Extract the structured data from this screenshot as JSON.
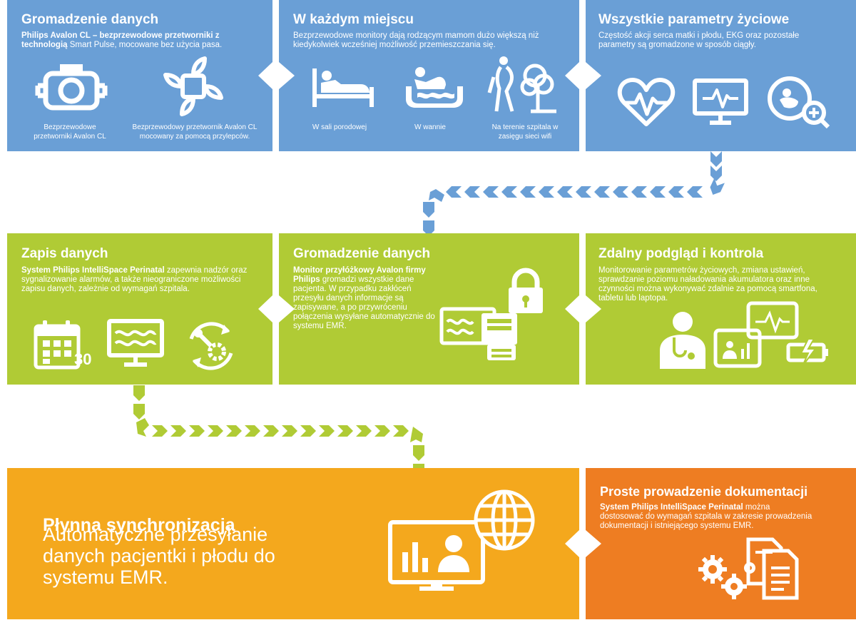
{
  "colors": {
    "blue": "#6a9fd6",
    "green": "#b0cb35",
    "yellow": "#f4a81d",
    "orange": "#ee7d22",
    "arrow_blue": "#6a9fd6",
    "arrow_green": "#b0cb35"
  },
  "row1": {
    "p1": {
      "title": "Gromadzenie danych",
      "text_bold": "Philips Avalon CL – bezprzewodowe przetworniki z technologią",
      "text_rest": " Smart Pulse, mocowane bez użycia pasa.",
      "cap1": "Bezprzewodowe przetworniki Avalon CL",
      "cap2": "Bezprzewodowy przetwornik Avalon CL mocowany za pomocą przylepców.",
      "icons": [
        "transducer-icon",
        "patch-transducer-icon"
      ]
    },
    "p2": {
      "title": "W każdym miejscu",
      "text": "Bezprzewodowe monitory dają rodzącym mamom dużo większą niż kiedykolwiek wcześniej możliwość przemieszczania się.",
      "cap1": "W sali porodowej",
      "cap2": "W wannie",
      "cap3": "Na terenie szpitala w zasięgu sieci wifi",
      "icons": [
        "bed-icon",
        "bathtub-icon",
        "walking-tree-icon"
      ]
    },
    "p3": {
      "title": "Wszystkie parametry życiowe",
      "text": "Częstość akcji serca matki i płodu, EKG oraz pozostałe parametry są gromadzone w sposób ciągły.",
      "icons": [
        "heart-rate-icon",
        "ecg-monitor-icon",
        "fetal-zoom-icon"
      ]
    }
  },
  "row2": {
    "p1": {
      "title": "Zapis danych",
      "text_bold": "System Philips IntelliSpace Perinatal",
      "text_rest": " zapewnia nadzór oraz sygnalizowanie alarmów, a także nieograniczone możliwości zapisu danych, zależnie od wymagań szpitala.",
      "calendar_number": "30",
      "icons": [
        "calendar-icon",
        "trace-monitor-icon",
        "settings-cycle-icon"
      ]
    },
    "p2": {
      "title": "Gromadzenie danych",
      "text_bold": "Monitor przyłóżkowy Avalon firmy Philips",
      "text_rest": " gromadzi wszystkie dane pacjenta. W przypadku zakłóceń przesyłu danych informacje są zapisywane, a po przywróceniu połączenia wysyłane automatycznie do systemu EMR.",
      "icons": [
        "lock-icon",
        "bedside-monitor-icon"
      ]
    },
    "p3": {
      "title": "Zdalny podgląd i kontrola",
      "text": "Monitorowanie parametrów życiowych, zmiana ustawień, sprawdzanie poziomu naładowania akumulatora oraz inne czynności można wykonywać zdalnie za pomocą smartfona, tabletu lub laptopa.",
      "icons": [
        "doctor-icon",
        "tablet-icon",
        "battery-charge-icon"
      ]
    }
  },
  "row3": {
    "p1": {
      "title": "Płynna synchronizacja",
      "subtitle": "Automatyczne przesyłanie danych pacjentki i płodu do systemu EMR.",
      "icons": [
        "emr-monitor-icon",
        "globe-icon"
      ]
    },
    "p2": {
      "title": "Proste prowadzenie dokumentacji",
      "text_bold": "System Philips IntelliSpace Perinatal",
      "text_rest": " można dostosować do wymagań szpitala w zakresie prowadzenia dokumentacji i istniejącego systemu EMR.",
      "icons": [
        "gears-icon",
        "documents-icon"
      ]
    }
  }
}
